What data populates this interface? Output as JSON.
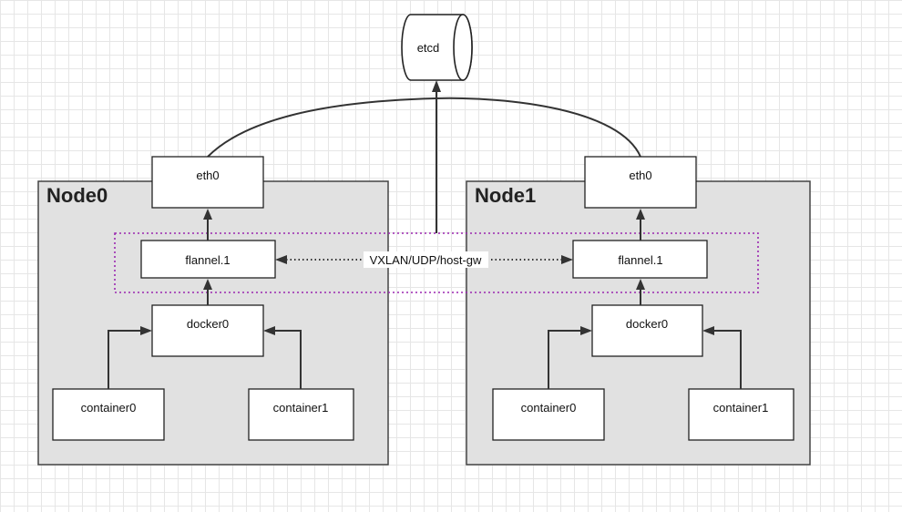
{
  "database": {
    "label": "etcd"
  },
  "link_label": "VXLAN/UDP/host-gw",
  "nodes": [
    {
      "title": "Node0",
      "eth_label": "eth0",
      "flannel_label": "flannel.1",
      "docker_label": "docker0",
      "containers": [
        "container0",
        "container1"
      ]
    },
    {
      "title": "Node1",
      "eth_label": "eth0",
      "flannel_label": "flannel.1",
      "docker_label": "docker0",
      "containers": [
        "container0",
        "container1"
      ]
    }
  ]
}
